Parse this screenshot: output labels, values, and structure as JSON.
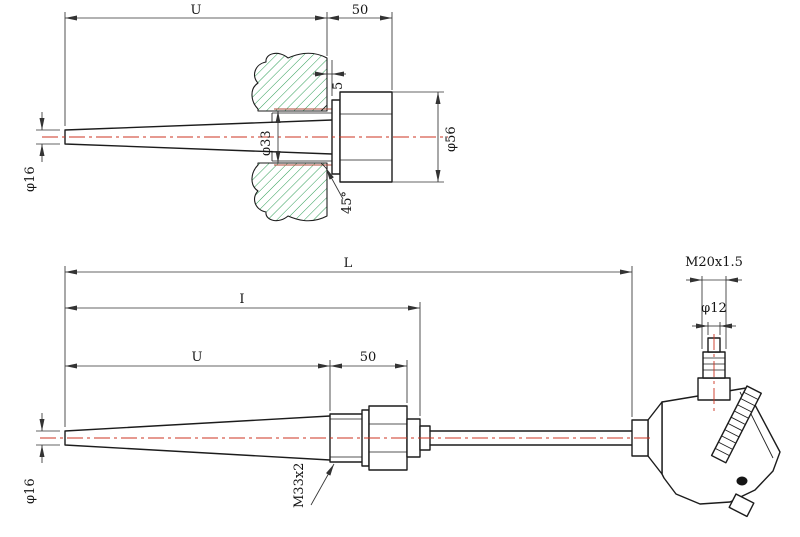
{
  "drawing": {
    "top": {
      "u": "U",
      "len50": "50",
      "gap5": "5",
      "phi33": "φ33",
      "phi56": "φ56",
      "phi16": "φ16",
      "chamfer45": "45°"
    },
    "bottom": {
      "L": "L",
      "l_small": "I",
      "u": "U",
      "len50": "50",
      "m20": "M20x1.5",
      "phi12": "φ12",
      "m33": "M33x2",
      "phi16": "φ16"
    },
    "colors": {
      "outline": "#1c1c1c",
      "dimension": "#333333",
      "centerline": "#cc3322",
      "hatch": "#2f9e57",
      "thread": "#b04a38",
      "background": "#ffffff"
    }
  }
}
